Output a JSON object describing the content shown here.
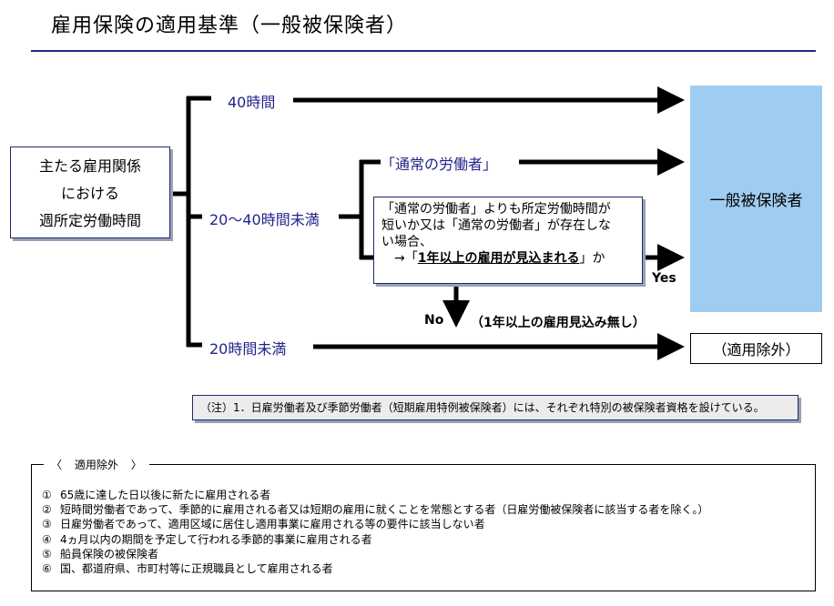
{
  "title": "雇用保険の適用基準（一般被保険者）",
  "main_box": {
    "line1": "主たる雇用関係",
    "line2": "における",
    "line3": "週所定労働時間"
  },
  "branches": {
    "h40": "40時間",
    "h20_40": "20～40時間未満",
    "h20": "20時間未満"
  },
  "sub_branches": {
    "regular": "「通常の労働者」"
  },
  "condition_box": {
    "line1": "「通常の労働者」よりも所定労働時間が",
    "line2": "短いか又は「通常の労働者」が存在しな",
    "line3": "い場合、",
    "line4_prefix": "→「",
    "line4_bold": "1年以上の雇用が見込まれる",
    "line4_suffix": "」か"
  },
  "yes_label": "Yes",
  "no_label": "No",
  "no_detail": "（1年以上の雇用見込み無し）",
  "target_label": "一般被保険者",
  "excluded_label": "（適用除外）",
  "note": "（注）1．日雇労働者及び季節労働者（短期雇用特例被保険者）には、それぞれ特別の被保険者資格を設けている。",
  "exclusions": {
    "heading": "適用除外",
    "items": [
      {
        "num": "①",
        "text": "65歳に達した日以後に新たに雇用される者"
      },
      {
        "num": "②",
        "text": "短時間労働者であって、季節的に雇用される者又は短期の雇用に就くことを常態とする者（日雇労働被保険者に該当する者を除く。）"
      },
      {
        "num": "③",
        "text": "日雇労働者であって、適用区域に居住し適用事業に雇用される等の要件に該当しない者"
      },
      {
        "num": "④",
        "text": "4ヵ月以内の期間を予定して行われる季節的事業に雇用される者"
      },
      {
        "num": "⑤",
        "text": "船員保険の被保険者"
      },
      {
        "num": "⑥",
        "text": "国、都道府県、市町村等に正規職員として雇用される者"
      }
    ]
  },
  "colors": {
    "title_rule": "#23238c",
    "label_blue": "#23238c",
    "target_fill": "#9fcdf2",
    "border": "#1e2a6e"
  }
}
